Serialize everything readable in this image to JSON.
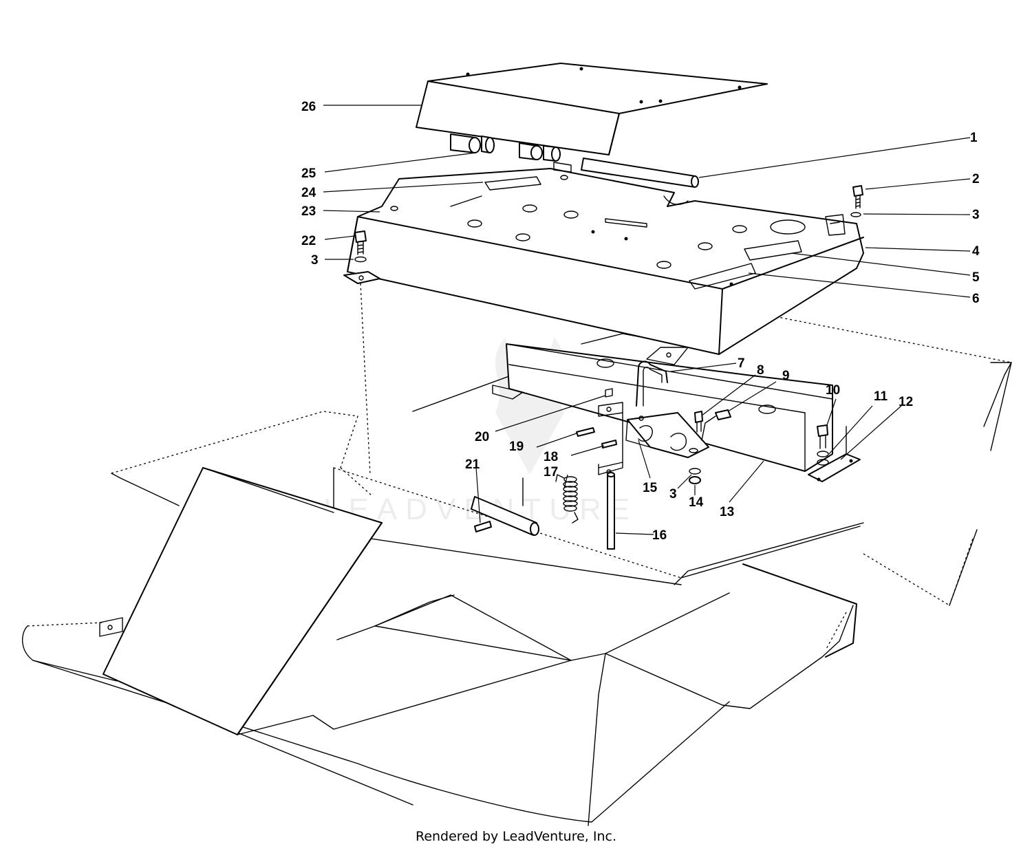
{
  "callouts": [
    "1",
    "2",
    "3",
    "4",
    "5",
    "6",
    "7",
    "8",
    "9",
    "10",
    "11",
    "12",
    "13",
    "14",
    "15",
    "16",
    "17",
    "18",
    "19",
    "20",
    "21",
    "22",
    "23",
    "24",
    "25",
    "26"
  ],
  "callout_3": "3",
  "watermark": "LEADVENTURE",
  "credit": "Rendered by LeadVenture, Inc."
}
